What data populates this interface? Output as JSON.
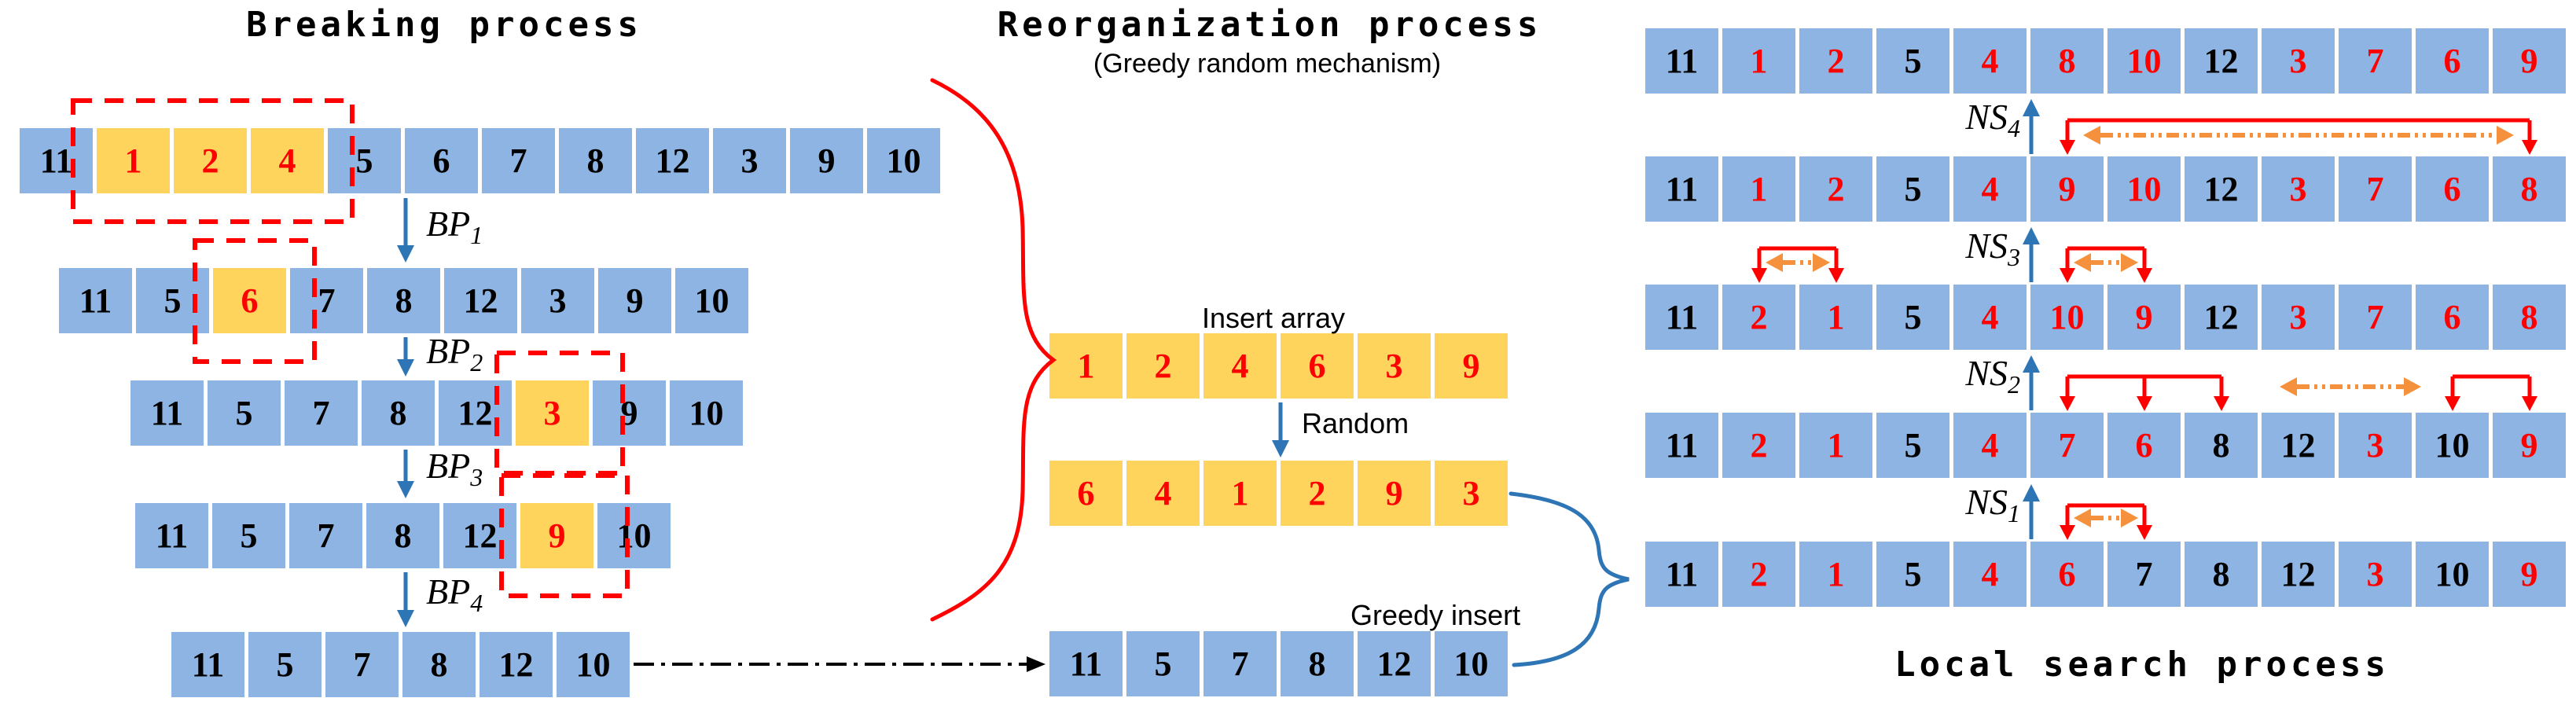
{
  "colors": {
    "cell_blue": "#8DB4E2",
    "cell_yellow": "#FFD45C",
    "digit_black": "#000000",
    "digit_red": "#FF0000",
    "arrow_blue": "#2E75B6",
    "annotation_red": "#FF0000",
    "annotation_orange": "#F5913D",
    "connector_black": "#000000"
  },
  "breaking": {
    "title": "Breaking process",
    "rows": [
      {
        "cells": [
          {
            "v": "11"
          },
          {
            "v": "1",
            "yellow": true,
            "red": true
          },
          {
            "v": "2",
            "yellow": true,
            "red": true
          },
          {
            "v": "4",
            "yellow": true,
            "red": true
          },
          {
            "v": "5"
          },
          {
            "v": "6"
          },
          {
            "v": "7"
          },
          {
            "v": "8"
          },
          {
            "v": "12"
          },
          {
            "v": "3"
          },
          {
            "v": "9"
          },
          {
            "v": "10"
          }
        ]
      },
      {
        "cells": [
          {
            "v": "11"
          },
          {
            "v": "5"
          },
          {
            "v": "6",
            "yellow": true,
            "red": true
          },
          {
            "v": "7"
          },
          {
            "v": "8"
          },
          {
            "v": "12"
          },
          {
            "v": "3"
          },
          {
            "v": "9"
          },
          {
            "v": "10"
          }
        ]
      },
      {
        "cells": [
          {
            "v": "11"
          },
          {
            "v": "5"
          },
          {
            "v": "7"
          },
          {
            "v": "8"
          },
          {
            "v": "12"
          },
          {
            "v": "3",
            "yellow": true,
            "red": true
          },
          {
            "v": "9"
          },
          {
            "v": "10"
          }
        ]
      },
      {
        "cells": [
          {
            "v": "11"
          },
          {
            "v": "5"
          },
          {
            "v": "7"
          },
          {
            "v": "8"
          },
          {
            "v": "12"
          },
          {
            "v": "9",
            "yellow": true,
            "red": true
          },
          {
            "v": "10"
          }
        ]
      },
      {
        "cells": [
          {
            "v": "11"
          },
          {
            "v": "5"
          },
          {
            "v": "7"
          },
          {
            "v": "8"
          },
          {
            "v": "12"
          },
          {
            "v": "10"
          }
        ]
      }
    ],
    "step_labels": [
      {
        "base": "BP",
        "sub": "1"
      },
      {
        "base": "BP",
        "sub": "2"
      },
      {
        "base": "BP",
        "sub": "3"
      },
      {
        "base": "BP",
        "sub": "4"
      }
    ]
  },
  "reorganization": {
    "title": "Reorganization process",
    "subtitle": "(Greedy random mechanism)",
    "insert_array_label": "Insert array",
    "random_label": "Random",
    "greedy_insert_label": "Greedy insert",
    "insert_array": {
      "cells": [
        {
          "v": "1",
          "yellow": true,
          "red": true
        },
        {
          "v": "2",
          "yellow": true,
          "red": true
        },
        {
          "v": "4",
          "yellow": true,
          "red": true
        },
        {
          "v": "6",
          "yellow": true,
          "red": true
        },
        {
          "v": "3",
          "yellow": true,
          "red": true
        },
        {
          "v": "9",
          "yellow": true,
          "red": true
        }
      ]
    },
    "random_array": {
      "cells": [
        {
          "v": "6",
          "yellow": true,
          "red": true
        },
        {
          "v": "4",
          "yellow": true,
          "red": true
        },
        {
          "v": "1",
          "yellow": true,
          "red": true
        },
        {
          "v": "2",
          "yellow": true,
          "red": true
        },
        {
          "v": "9",
          "yellow": true,
          "red": true
        },
        {
          "v": "3",
          "yellow": true,
          "red": true
        }
      ]
    },
    "greedy_result_row": {
      "cells": [
        {
          "v": "11"
        },
        {
          "v": "5"
        },
        {
          "v": "7"
        },
        {
          "v": "8"
        },
        {
          "v": "12"
        },
        {
          "v": "10"
        }
      ]
    }
  },
  "local_search": {
    "title": "Local search process",
    "rows": [
      {
        "cells": [
          {
            "v": "11"
          },
          {
            "v": "1",
            "red": true
          },
          {
            "v": "2",
            "red": true
          },
          {
            "v": "5"
          },
          {
            "v": "4",
            "red": true
          },
          {
            "v": "8",
            "red": true
          },
          {
            "v": "10",
            "red": true
          },
          {
            "v": "12"
          },
          {
            "v": "3",
            "red": true
          },
          {
            "v": "7",
            "red": true
          },
          {
            "v": "6",
            "red": true
          },
          {
            "v": "9",
            "red": true
          }
        ]
      },
      {
        "cells": [
          {
            "v": "11"
          },
          {
            "v": "1",
            "red": true
          },
          {
            "v": "2",
            "red": true
          },
          {
            "v": "5"
          },
          {
            "v": "4",
            "red": true
          },
          {
            "v": "9",
            "red": true
          },
          {
            "v": "10",
            "red": true
          },
          {
            "v": "12"
          },
          {
            "v": "3",
            "red": true
          },
          {
            "v": "7",
            "red": true
          },
          {
            "v": "6",
            "red": true
          },
          {
            "v": "8",
            "red": true
          }
        ]
      },
      {
        "cells": [
          {
            "v": "11"
          },
          {
            "v": "2",
            "red": true
          },
          {
            "v": "1",
            "red": true
          },
          {
            "v": "5"
          },
          {
            "v": "4",
            "red": true
          },
          {
            "v": "10",
            "red": true
          },
          {
            "v": "9",
            "red": true
          },
          {
            "v": "12"
          },
          {
            "v": "3",
            "red": true
          },
          {
            "v": "7",
            "red": true
          },
          {
            "v": "6",
            "red": true
          },
          {
            "v": "8",
            "red": true
          }
        ]
      },
      {
        "cells": [
          {
            "v": "11"
          },
          {
            "v": "2",
            "red": true
          },
          {
            "v": "1",
            "red": true
          },
          {
            "v": "5"
          },
          {
            "v": "4",
            "red": true
          },
          {
            "v": "7",
            "red": true
          },
          {
            "v": "6",
            "red": true
          },
          {
            "v": "8"
          },
          {
            "v": "12"
          },
          {
            "v": "3",
            "red": true
          },
          {
            "v": "10"
          },
          {
            "v": "9",
            "red": true
          }
        ]
      },
      {
        "cells": [
          {
            "v": "11"
          },
          {
            "v": "2",
            "red": true
          },
          {
            "v": "1",
            "red": true
          },
          {
            "v": "5"
          },
          {
            "v": "4",
            "red": true
          },
          {
            "v": "6",
            "red": true
          },
          {
            "v": "7"
          },
          {
            "v": "8"
          },
          {
            "v": "12"
          },
          {
            "v": "3",
            "red": true
          },
          {
            "v": "10"
          },
          {
            "v": "9",
            "red": true
          }
        ]
      }
    ],
    "step_labels": [
      {
        "base": "NS",
        "sub": "4"
      },
      {
        "base": "NS",
        "sub": "3"
      },
      {
        "base": "NS",
        "sub": "2"
      },
      {
        "base": "NS",
        "sub": "1"
      }
    ]
  }
}
